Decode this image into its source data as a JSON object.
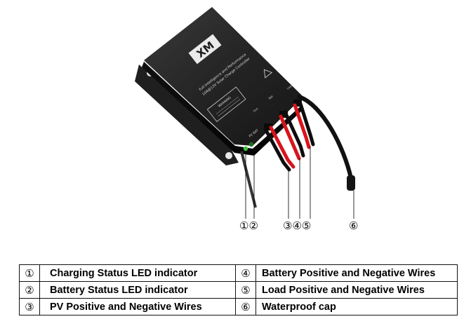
{
  "device": {
    "brand": "XM",
    "model_line1": "Full Intelligence and Performance",
    "model_line2": "10A@12V Solar Charge Controller",
    "warning_title": "WARNING",
    "led_label": "PV BAT",
    "port_labels": [
      "Sun",
      "Bat",
      "Load"
    ]
  },
  "callouts": [
    "①②",
    "③④⑤",
    "⑥"
  ],
  "legend": {
    "rows": [
      {
        "left_num": "①",
        "left_label": "Charging Status LED indicator",
        "right_num": "④",
        "right_label": "Battery Positive and Negative Wires"
      },
      {
        "left_num": "②",
        "left_label": "Battery Status LED indicator",
        "right_num": "⑤",
        "right_label": "Load Positive and Negative Wires"
      },
      {
        "left_num": "③",
        "left_label": "PV Positive and Negative Wires",
        "right_num": "⑥",
        "right_label": "Waterproof cap"
      }
    ]
  },
  "colors": {
    "body": "#1b1b1b",
    "wire_red": "#d8141c",
    "wire_black": "#0d0d0d",
    "led_green": "#3cc23c"
  }
}
